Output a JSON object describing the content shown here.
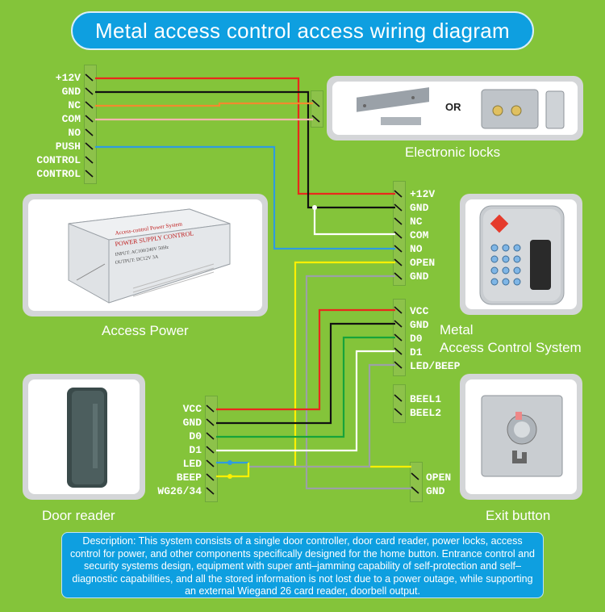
{
  "title": "Metal access control access wiring diagram",
  "controller_terminals": [
    "+12V",
    "GND",
    "NC",
    "COM",
    "NO",
    "PUSH",
    "CONTROL",
    "CONTROL"
  ],
  "access_control_terminals_top": [
    "+12V",
    "GND",
    "NC",
    "COM",
    "NO",
    "OPEN",
    "GND"
  ],
  "access_control_terminals_mid": [
    "VCC",
    "GND",
    "D0",
    "D1",
    "LED/BEEP"
  ],
  "access_control_terminals_bell": [
    "BEEL1",
    "BEEL2"
  ],
  "reader_terminals": [
    "VCC",
    "GND",
    "D0",
    "D1",
    "LED",
    "BEEP",
    "WG26/34"
  ],
  "exit_terminals": [
    "OPEN",
    "GND"
  ],
  "labels": {
    "or": "OR",
    "electronic_locks": "Electronic locks",
    "access_power": "Access Power",
    "metal_system_line1": "Metal",
    "metal_system_line2": "Access Control System",
    "door_reader": "Door reader",
    "exit_button": "Exit button"
  },
  "power_box": {
    "line1": "Access-control Power System",
    "line2": "POWER SUPPLY CONTROL",
    "line3": "INPUT: AC100/240V 50Hz",
    "line4": "OUTPUT: DC12V 3A"
  },
  "description": "Description: This system consists of a single door controller, door card reader, power locks, access control for power, and other components specifically designed for the home button. Entrance control and security systems design, equipment with super anti–jamming capability of self-protection and self–diagnostic capabilities, and all the stored information is not lost due to a power outage, while supporting an external Wiegand 26 card reader, doorbell output.",
  "wire_colors": {
    "red": "#e8291c",
    "black": "#111111",
    "orange": "#f28a2e",
    "pink": "#f3b6b0",
    "blue": "#2f9be0",
    "white": "#ffffff",
    "yellow": "#fff000",
    "green": "#17a33a",
    "gray": "#9ca0a6"
  }
}
